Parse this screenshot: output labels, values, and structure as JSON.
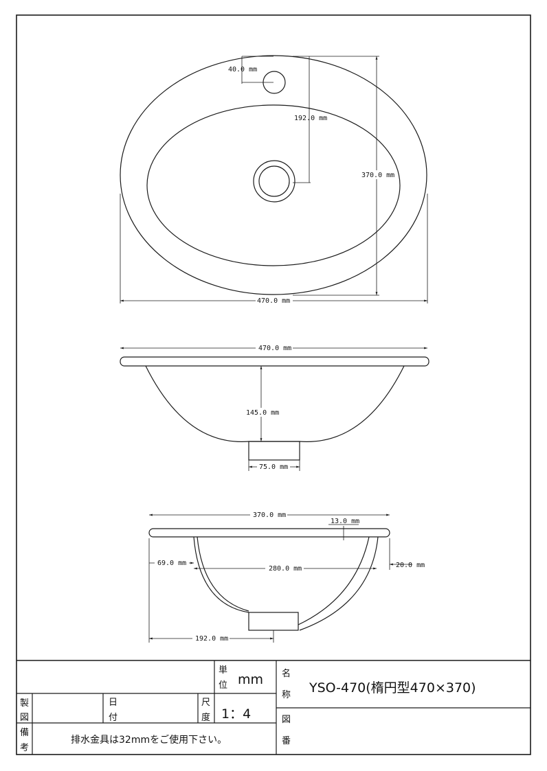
{
  "plan_view": {
    "faucet_hole_dim": "40.0 mm",
    "drain_offset_dim": "192.0 mm",
    "depth_total_dim": "370.0 mm",
    "width_total_dim": "470.0 mm"
  },
  "front_view": {
    "width_dim": "470.0 mm",
    "height_dim": "145.0 mm",
    "drain_dim": "75.0 mm"
  },
  "side_view": {
    "width_dim": "370.0 mm",
    "rim_dim": "13.0 mm",
    "left_offset_dim": "69.0 mm",
    "bowl_dim": "280.0 mm",
    "right_offset_dim": "20.0 mm",
    "drain_offset_dim": "192.0 mm"
  },
  "title_block": {
    "unit_label_1": "単",
    "unit_label_2": "位",
    "unit_value": "mm",
    "name_label_1": "名",
    "name_label_2": "称",
    "product_name": "YSO-470(楕円型470×370)",
    "maker_label_1": "製",
    "maker_label_2": "図",
    "date_label_1": "日",
    "date_label_2": "付",
    "scale_label_1": "尺",
    "scale_label_2": "度",
    "scale_value": "1：4",
    "drawing_no_label_1": "図",
    "drawing_no_label_2": "番",
    "remarks_label_1": "備",
    "remarks_label_2": "考",
    "remarks_text": "排水金具は32mmをご使用下さい。"
  }
}
